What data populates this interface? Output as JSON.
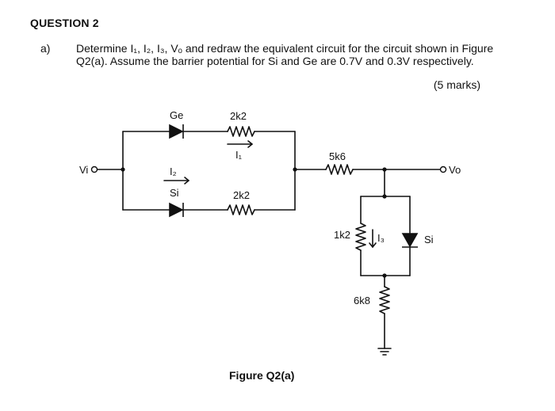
{
  "question": {
    "heading": "QUESTION 2",
    "part_label": "a)",
    "text": "Determine I₁, I₂, I₃, Vₒ and redraw the equivalent circuit for the circuit shown in Figure Q2(a). Assume the barrier potential for Si and Ge are 0.7V and 0.3V respectively.",
    "marks": "(5 marks)"
  },
  "circuit": {
    "input_label": "Vi",
    "output_label": "Vo",
    "diode_top_label": "Ge",
    "diode_bottom_label": "Si",
    "diode_right_label": "Si",
    "r_top_label": "2k2",
    "r_bottom_label": "2k2",
    "r_series_label": "5k6",
    "r_parallel_label": "1k2",
    "r_ground_label": "6k8",
    "current_1_label": "I₁",
    "current_2_label": "I₂",
    "current_3_label": "I₃",
    "caption": "Figure Q2(a)"
  }
}
